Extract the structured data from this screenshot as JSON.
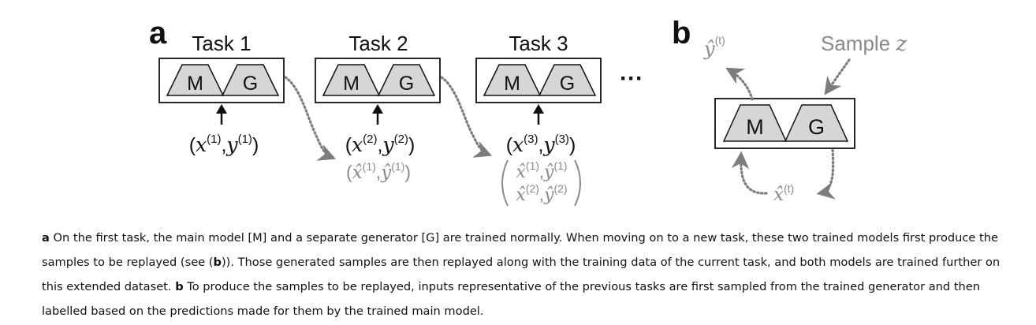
{
  "panel_a": {
    "label": "a",
    "tasks": [
      {
        "title": "Task 1",
        "model_label": "M",
        "generator_label": "G",
        "input": {
          "open": "(",
          "x": "x",
          "x_sup": "(1)",
          "comma": ",",
          "y": "y",
          "y_sup": "(1)",
          "close": ")"
        }
      },
      {
        "title": "Task 2",
        "model_label": "M",
        "generator_label": "G",
        "input": {
          "open": "(",
          "x": "x",
          "x_sup": "(2)",
          "comma": ",",
          "y": "y",
          "y_sup": "(2)",
          "close": ")"
        }
      },
      {
        "title": "Task 3",
        "model_label": "M",
        "generator_label": "G",
        "input": {
          "open": "(",
          "x": "x",
          "x_sup": "(3)",
          "comma": ",",
          "y": "y",
          "y_sup": "(3)",
          "close": ")"
        }
      }
    ],
    "replay_task2": {
      "open": "(",
      "x": "x̂",
      "x_sup": "(1)",
      "comma": ",",
      "y": "ŷ",
      "y_sup": "(1)",
      "close": ")"
    },
    "replay_task3": [
      {
        "x": "x̂",
        "x_sup": "(1)",
        "comma": ",",
        "y": "ŷ",
        "y_sup": "(1)"
      },
      {
        "x": "x̂",
        "x_sup": "(2)",
        "comma": ",",
        "y": "ŷ",
        "y_sup": "(2)"
      }
    ],
    "ellipsis": "···"
  },
  "panel_b": {
    "label": "b",
    "model_label": "M",
    "generator_label": "G",
    "sample_text": "Sample",
    "sample_var": "z",
    "output_y": "ŷ",
    "output_y_sup": "(t)",
    "output_x": "x̂",
    "output_x_sup": "(t)"
  },
  "caption": {
    "a_label": "a",
    "a_text": " On the first task, the main model [M] and a separate generator [G] are trained normally. When moving on to a new task, these two trained models first produce the samples to be replayed (see (",
    "a_ref": "b",
    "a_text_end": ")). Those generated samples are then replayed along with the training data of the current task, and both models are trained further on this extended dataset. ",
    "b_label": "b",
    "b_text": " To produce the samples to be replayed, inputs representative of the previous tasks are first sampled from the trained generator and then labelled based on the predictions made for them by the trained main model."
  },
  "colors": {
    "box_fill": "#d6d6d6",
    "stroke": "#111111",
    "gray": "#8a8a8a",
    "arrow_gray": "#7d7d7d"
  }
}
